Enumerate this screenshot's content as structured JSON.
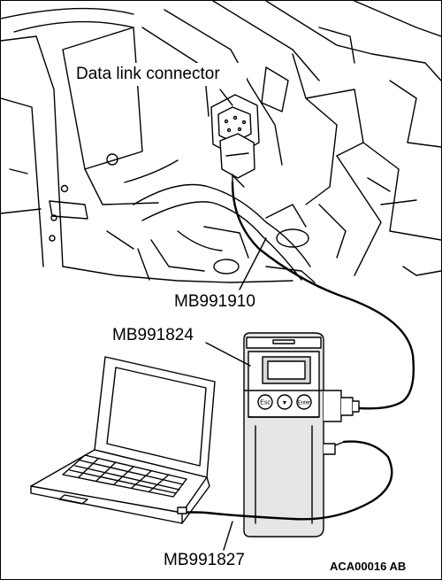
{
  "labels": {
    "data_link_connector": "Data link connector",
    "mb991910": "MB991910",
    "mb991824": "MB991824",
    "mb991827": "MB991827"
  },
  "tester_keys": {
    "esc": "Esc",
    "down": "▼",
    "enter": "Enter"
  },
  "figure_code": "ACA00016 AB",
  "colors": {
    "line": "#000000",
    "background": "#ffffff",
    "screen": "#d9d9d9",
    "tester_body": "#e6e6e6"
  }
}
